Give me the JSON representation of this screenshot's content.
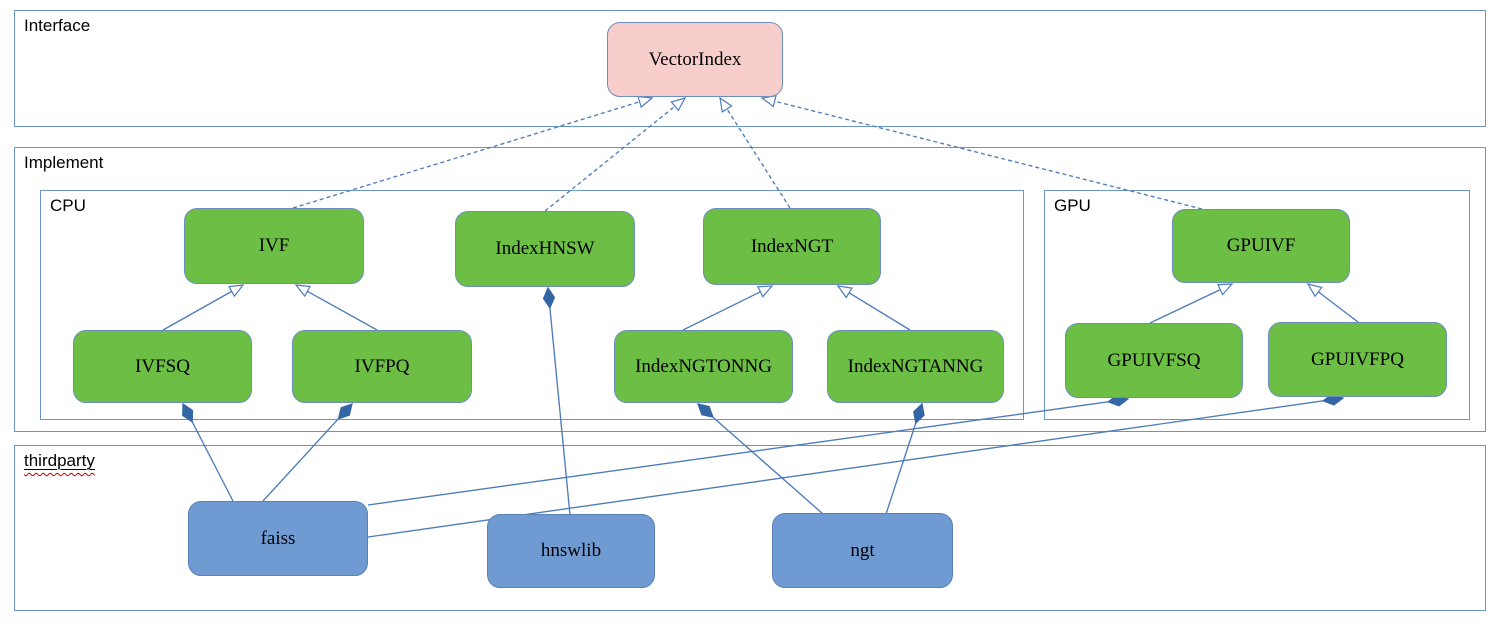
{
  "diagram": {
    "type": "uml-class-diagram",
    "containers": [
      {
        "id": "interface",
        "label": "Interface"
      },
      {
        "id": "implement",
        "label": "Implement"
      },
      {
        "id": "cpu",
        "label": "CPU",
        "parent": "implement"
      },
      {
        "id": "gpu",
        "label": "GPU",
        "parent": "implement"
      },
      {
        "id": "thirdparty",
        "label": "thirdparty",
        "spellcheck_squiggle": true
      }
    ],
    "nodes": [
      {
        "id": "vectorindex",
        "label": "VectorIndex",
        "container": "interface",
        "kind": "interface"
      },
      {
        "id": "ivf",
        "label": "IVF",
        "container": "cpu",
        "kind": "class"
      },
      {
        "id": "indexhnsw",
        "label": "IndexHNSW",
        "container": "cpu",
        "kind": "class"
      },
      {
        "id": "indexngt",
        "label": "IndexNGT",
        "container": "cpu",
        "kind": "class"
      },
      {
        "id": "ivfsq",
        "label": "IVFSQ",
        "container": "cpu",
        "kind": "class"
      },
      {
        "id": "ivfpq",
        "label": "IVFPQ",
        "container": "cpu",
        "kind": "class"
      },
      {
        "id": "indexngtonng",
        "label": "IndexNGTONNG",
        "container": "cpu",
        "kind": "class"
      },
      {
        "id": "indexngtanng",
        "label": "IndexNGTANNG",
        "container": "cpu",
        "kind": "class"
      },
      {
        "id": "gpuivf",
        "label": "GPUIVF",
        "container": "gpu",
        "kind": "class"
      },
      {
        "id": "gpuivfsq",
        "label": "GPUIVFSQ",
        "container": "gpu",
        "kind": "class"
      },
      {
        "id": "gpuivfpq",
        "label": "GPUIVFPQ",
        "container": "gpu",
        "kind": "class"
      },
      {
        "id": "faiss",
        "label": "faiss",
        "container": "thirdparty",
        "kind": "library"
      },
      {
        "id": "hnswlib",
        "label": "hnswlib",
        "container": "thirdparty",
        "kind": "library"
      },
      {
        "id": "ngt",
        "label": "ngt",
        "container": "thirdparty",
        "kind": "library"
      }
    ],
    "edges": [
      {
        "from": "ivf",
        "to": "vectorindex",
        "type": "realization"
      },
      {
        "from": "indexhnsw",
        "to": "vectorindex",
        "type": "realization"
      },
      {
        "from": "indexngt",
        "to": "vectorindex",
        "type": "realization"
      },
      {
        "from": "gpuivf",
        "to": "vectorindex",
        "type": "realization"
      },
      {
        "from": "ivfsq",
        "to": "ivf",
        "type": "generalization"
      },
      {
        "from": "ivfpq",
        "to": "ivf",
        "type": "generalization"
      },
      {
        "from": "indexngtonng",
        "to": "indexngt",
        "type": "generalization"
      },
      {
        "from": "indexngtanng",
        "to": "indexngt",
        "type": "generalization"
      },
      {
        "from": "gpuivfsq",
        "to": "gpuivf",
        "type": "generalization"
      },
      {
        "from": "gpuivfpq",
        "to": "gpuivf",
        "type": "generalization"
      },
      {
        "from": "faiss",
        "to": "ivfsq",
        "type": "composition"
      },
      {
        "from": "faiss",
        "to": "ivfpq",
        "type": "composition"
      },
      {
        "from": "faiss",
        "to": "gpuivfsq",
        "type": "composition"
      },
      {
        "from": "faiss",
        "to": "gpuivfpq",
        "type": "composition"
      },
      {
        "from": "hnswlib",
        "to": "indexhnsw",
        "type": "composition"
      },
      {
        "from": "ngt",
        "to": "indexngtonng",
        "type": "composition"
      },
      {
        "from": "ngt",
        "to": "indexngtanng",
        "type": "composition"
      }
    ],
    "colors": {
      "interface_fill": "#f8cecc",
      "class_fill": "#6cbe45",
      "thirdparty_fill": "#6f9ad2",
      "shape_stroke": "#6c8ebf",
      "thirdparty_stroke": "#5a82b8",
      "container_stroke": "#6b94c7",
      "connector": "#4d7cba",
      "diamond_fill": "#3465a4",
      "arrowhead_fill": "#ffffff",
      "squiggle": "#cc0000",
      "text": "#000000",
      "background": "#ffffff"
    }
  }
}
